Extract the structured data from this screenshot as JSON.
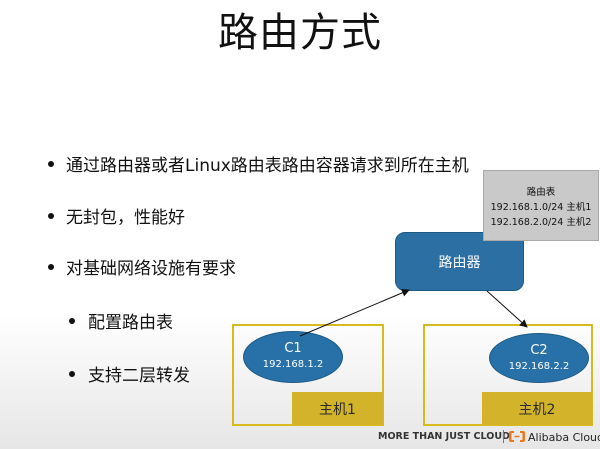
{
  "title": "路由方式",
  "bullets": {
    "b1": "通过路由器或者Linux路由表路由容器请求到所在主机",
    "b2": "无封包，性能好",
    "b3": "对基础网络设施有要求",
    "b4": "配置路由表",
    "b5": "支持二层转发"
  },
  "diagram": {
    "router": "路由器",
    "route_table": {
      "title": "路由表",
      "row1": "192.168.1.0/24 主机1",
      "row2": "192.168.2.0/24 主机2"
    },
    "host1": {
      "label": "主机1",
      "container": "C1",
      "ip": "192.168.1.2"
    },
    "host2": {
      "label": "主机2",
      "container": "C2",
      "ip": "192.168.2.2"
    },
    "colors": {
      "host_border": "#d7bb1e",
      "host_label": "#d2b32a",
      "node_blue": "#2c6fa3",
      "table_gray": "#c9c9c9"
    }
  },
  "footer": {
    "slogan": "MORE THAN JUST CLOUD",
    "brand": "Alibaba Cloud",
    "brand_icon": "alibaba-cloud-logo-icon"
  }
}
